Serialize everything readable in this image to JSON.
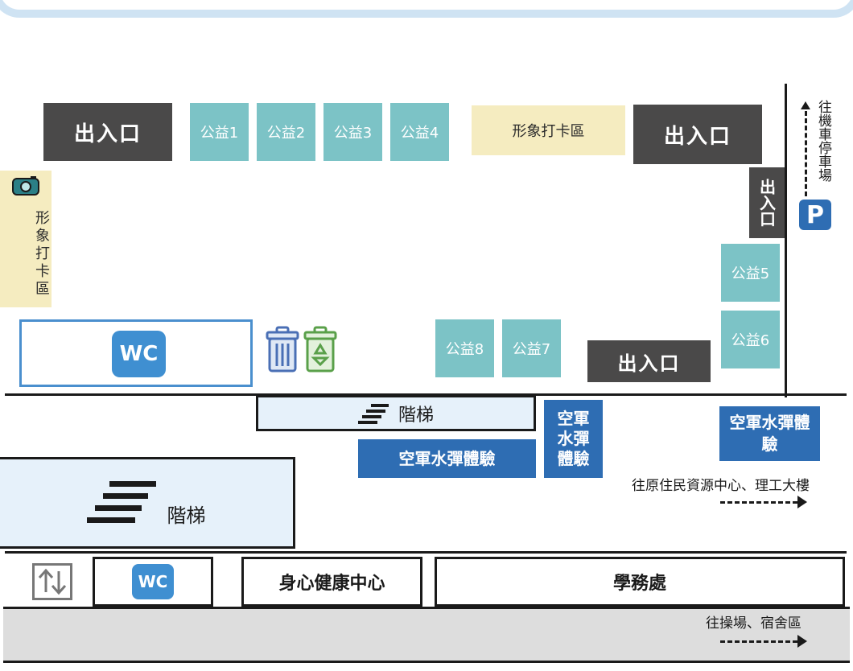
{
  "entrances": {
    "top_left": "出入口",
    "top_right": "出入口",
    "right_vertical": "出入口",
    "bottom_middle": "出入口"
  },
  "charity_booths": [
    "公益1",
    "公益2",
    "公益3",
    "公益4",
    "公益5",
    "公益6",
    "公益7",
    "公益8"
  ],
  "photo_spots": {
    "top": "形象打卡區",
    "left": "形象打卡區"
  },
  "parking": {
    "label": "往機車停車場",
    "sign": "P"
  },
  "restrooms": {
    "main": "WC",
    "lower": "WC"
  },
  "stairs": {
    "upper": "階梯",
    "lower": "階梯"
  },
  "water_rocket": {
    "wide": "空軍水彈體驗",
    "vertical": "空軍水彈體驗",
    "right": "空軍水彈體驗"
  },
  "directions": {
    "east": "往原住民資源中心、理工大樓",
    "south": "往操場、宿舍區"
  },
  "buildings": {
    "health": "身心健康中心",
    "academic": "學務處"
  },
  "colors": {
    "dark": "#4a4949",
    "teal": "#7cc3c6",
    "cream": "#f5ecc0",
    "blue": "#2e6db3",
    "pale_blue": "#e6f1fa",
    "wc": "#3f8fd1",
    "road": "#dddddd"
  },
  "icons": [
    "camera-icon",
    "trash-can-icon",
    "recycle-bin-icon",
    "stairs-icon",
    "elevator-icon",
    "parking-icon"
  ]
}
